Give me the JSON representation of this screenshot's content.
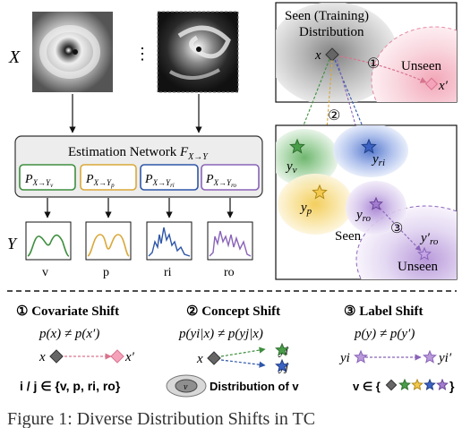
{
  "input_label": "X",
  "ellipsis": "⋮",
  "network": {
    "title_main": "Estimation Network ",
    "title_F": "F",
    "title_sub": "X→Y",
    "heads": [
      {
        "p": "P",
        "sub_main": "X→Y",
        "sub_sub": "v",
        "color": "#3e8e3e"
      },
      {
        "p": "P",
        "sub_main": "X→Y",
        "sub_sub": "p",
        "color": "#d9a83a"
      },
      {
        "p": "P",
        "sub_main": "X→Y",
        "sub_sub": "ri",
        "color": "#2e56a8"
      },
      {
        "p": "P",
        "sub_main": "X→Y",
        "sub_sub": "ro",
        "color": "#8a63b8"
      }
    ]
  },
  "y_label": "Y",
  "outputs": [
    "v",
    "p",
    "ri",
    "ro"
  ],
  "dist_panel": {
    "seen_title_1": "Seen (Training)",
    "seen_title_2": "Distribution",
    "x_label": "x",
    "unseen_label": "Unseen",
    "xprime_label": "x′",
    "circle1": "①",
    "circle2": "②"
  },
  "label_panel": {
    "yv": "y",
    "yv_sub": "v",
    "yri": "y",
    "yri_sub": "ri",
    "yp": "y",
    "yp_sub": "p",
    "yro": "y",
    "yro_sub": "ro",
    "seen": "Seen",
    "circle3": "③",
    "yro_prime": "y′",
    "yro_prime_sub": "ro",
    "unseen": "Unseen"
  },
  "legend": {
    "cov_title": "① Covariate Shift",
    "cov_eq": "p(x) ≠ p(x′)",
    "cov_x": "x",
    "cov_xp": "x′",
    "con_title": "② Concept Shift",
    "con_eq": "p(yi|x) ≠ p(yj|x)",
    "con_x": "x",
    "con_yi": "yi",
    "con_yj": "yj",
    "lab_title": "③ Label Shift",
    "lab_eq": "p(y) ≠ p(y′)",
    "lab_yi": "yi",
    "lab_yip": "yi′",
    "ij_text": "i / j ∈ {v, p, ri, ro}",
    "dist_text": "Distribution of v",
    "v_text": "v ∈ {"
  },
  "caption": "Figure 1: Diverse Distribution Shifts in TC"
}
